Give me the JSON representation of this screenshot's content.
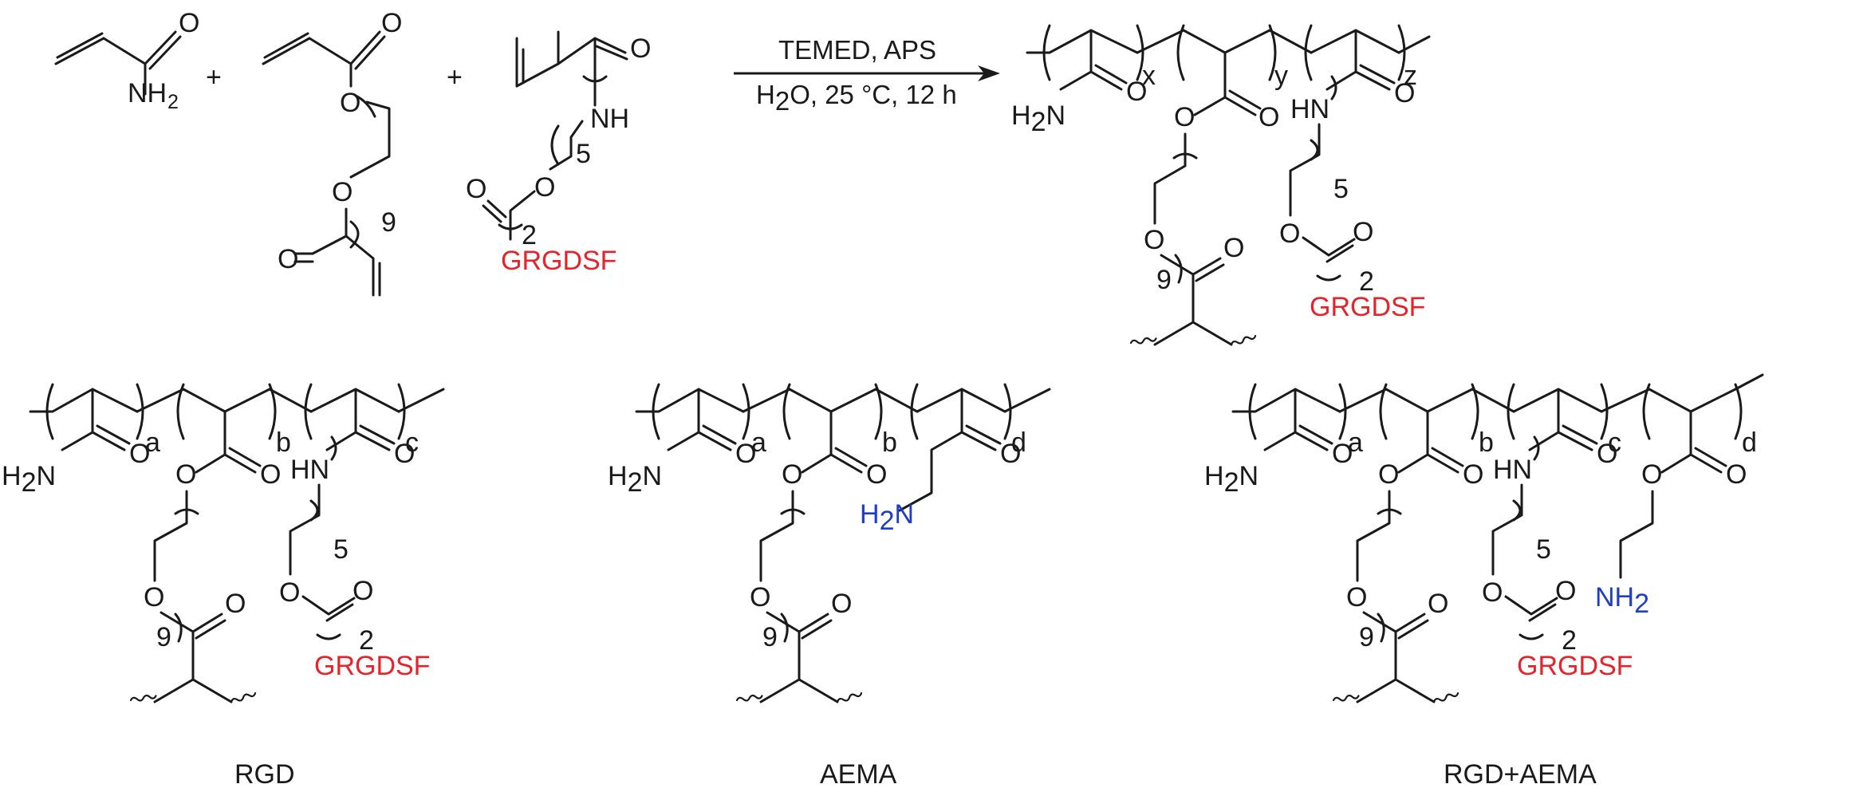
{
  "colors": {
    "bond": "#1a1a1a",
    "peptide": "#e8212a",
    "amine": "#1f3ec8",
    "background": "#ffffff"
  },
  "reaction": {
    "plus_sign": "+",
    "conditions_top": "TEMED, APS",
    "conditions_bottom_prefix": "H",
    "conditions_bottom_sub": "2",
    "conditions_bottom_suffix": "O, 25 °C, 12 h"
  },
  "atoms": {
    "O": "O",
    "N": "N",
    "H": "H",
    "NH": "NH",
    "HN": "HN",
    "two": "2"
  },
  "repeats": {
    "nine": "9",
    "five": "5",
    "two": "2"
  },
  "peptide": "GRGDSF",
  "amine_group": {
    "h2n": "H",
    "h2n_sub": "2",
    "h2n_n": "N",
    "nh2_nh": "NH",
    "nh2_sub": "2"
  },
  "product_indices": {
    "x": "x",
    "y": "y",
    "z": "z"
  },
  "rgd": {
    "caption": "RGD",
    "a": "a",
    "b": "b",
    "c": "c"
  },
  "aema": {
    "caption": "AEMA",
    "a": "a",
    "b": "b",
    "d": "d"
  },
  "rgd_aema": {
    "caption": "RGD+AEMA",
    "a": "a",
    "b": "b",
    "c": "c",
    "d": "d"
  }
}
